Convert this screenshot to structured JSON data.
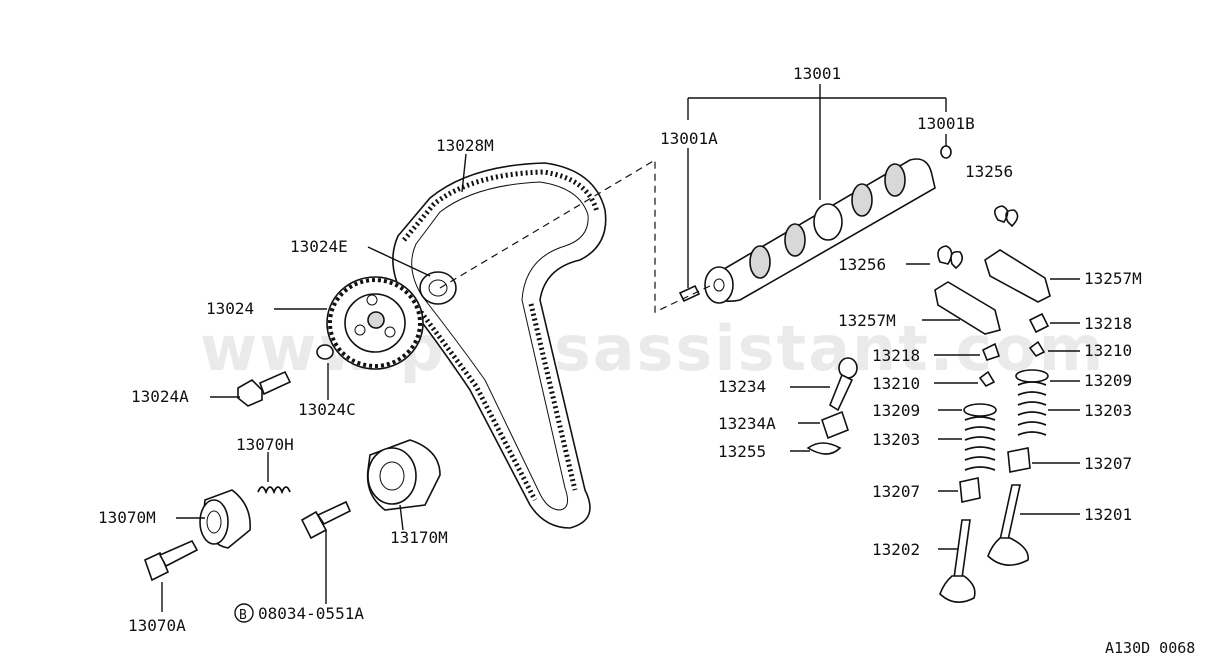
{
  "watermark": "www.partsassistant.com",
  "ref_code": "A130D 0068",
  "labels": {
    "l13001": "13001",
    "l13001A": "13001A",
    "l13001B": "13001B",
    "l13028M": "13028M",
    "l13024E": "13024E",
    "l13024": "13024",
    "l13024A": "13024A",
    "l13024C": "13024C",
    "l13070H": "13070H",
    "l13070M": "13070M",
    "l13070A": "13070A",
    "l13170M": "13170M",
    "l08034": "08034-0551A",
    "b_marker": "B",
    "l13256_top": "13256",
    "l13256_mid": "13256",
    "l13257M_right": "13257M",
    "l13257M_left": "13257M",
    "l13218_right": "13218",
    "l13218_left": "13218",
    "l13210_right": "13210",
    "l13210_left": "13210",
    "l13234": "13234",
    "l13234A": "13234A",
    "l13255": "13255",
    "l13209_right": "13209",
    "l13209_left": "13209",
    "l13203_right": "13203",
    "l13203_left": "13203",
    "l13207_right": "13207",
    "l13207_left": "13207",
    "l13201": "13201",
    "l13202": "13202"
  }
}
